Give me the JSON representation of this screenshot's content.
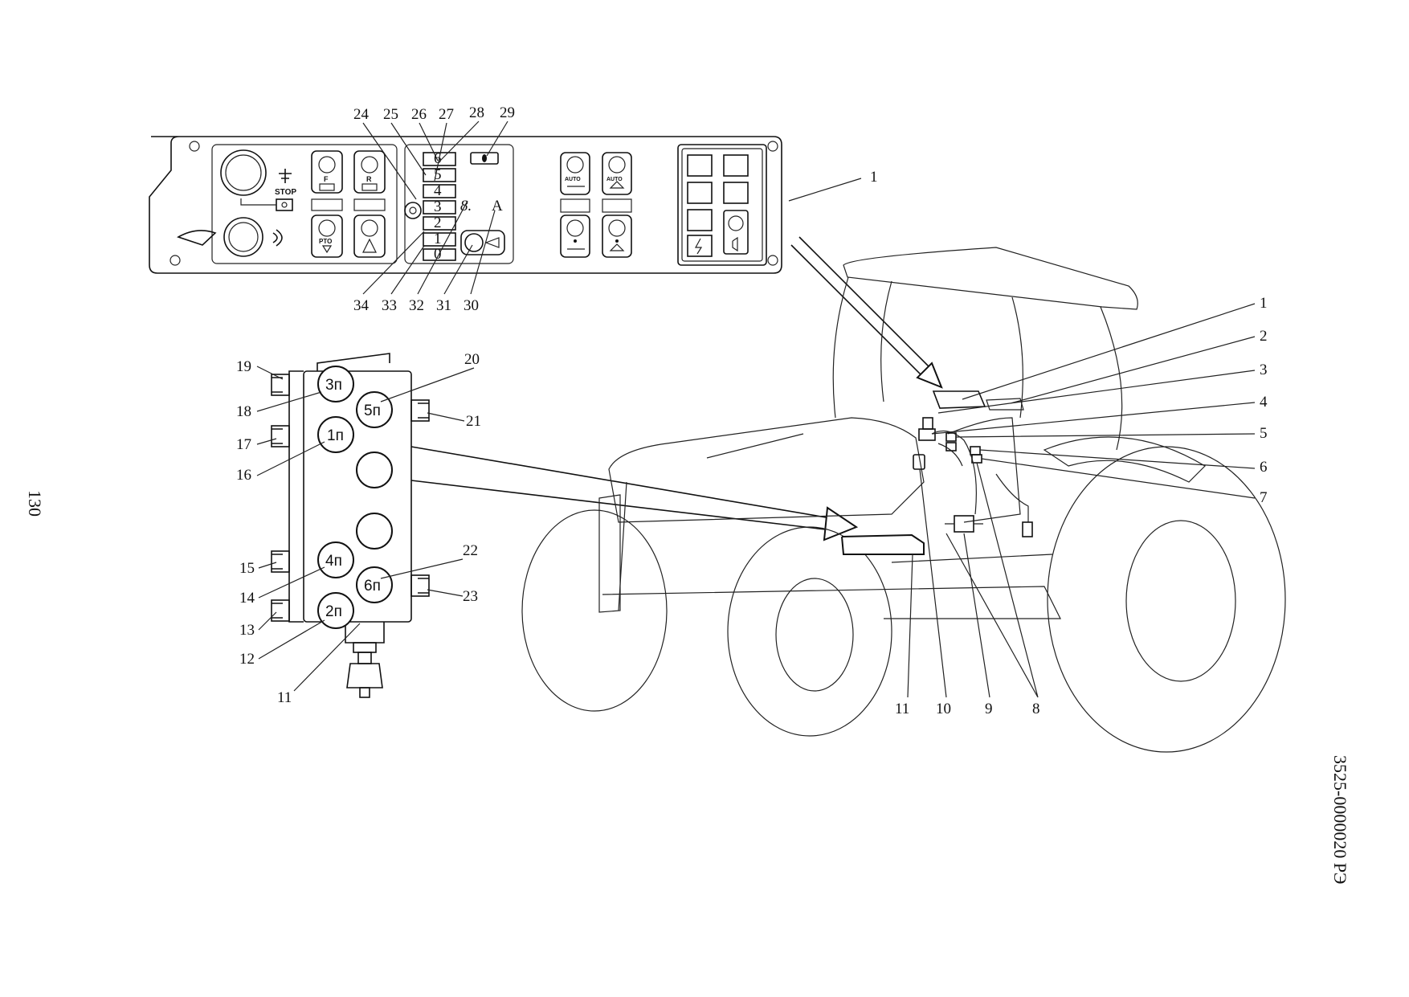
{
  "page": {
    "page_number": "130",
    "document_code": "3525-0000020 РЭ"
  },
  "panel": {
    "stop_label": "STOP",
    "gear_display": "8.",
    "gear_range": "A",
    "btn_forward": "F",
    "btn_reverse": "R",
    "btn_pto": "PTO",
    "btn_auto_1": "AUTO",
    "btn_auto_2": "AUTO",
    "gears": [
      "6",
      "5",
      "4",
      "3",
      "2",
      "1",
      "0"
    ],
    "callouts_top": [
      "24",
      "25",
      "26",
      "27",
      "28",
      "29"
    ],
    "callouts_bottom": [
      "34",
      "33",
      "32",
      "31",
      "30"
    ],
    "callout_right": "1"
  },
  "valve_block": {
    "ports": [
      "3п",
      "5п",
      "1п",
      "4п",
      "6п",
      "2п"
    ],
    "callouts": [
      "19",
      "20",
      "18",
      "17",
      "21",
      "16",
      "15",
      "22",
      "14",
      "23",
      "13",
      "12",
      "11"
    ]
  },
  "tractor": {
    "callouts_right": [
      "1",
      "2",
      "3",
      "4",
      "5",
      "6",
      "7"
    ],
    "callouts_bottom": [
      "11",
      "10",
      "9",
      "8"
    ]
  }
}
